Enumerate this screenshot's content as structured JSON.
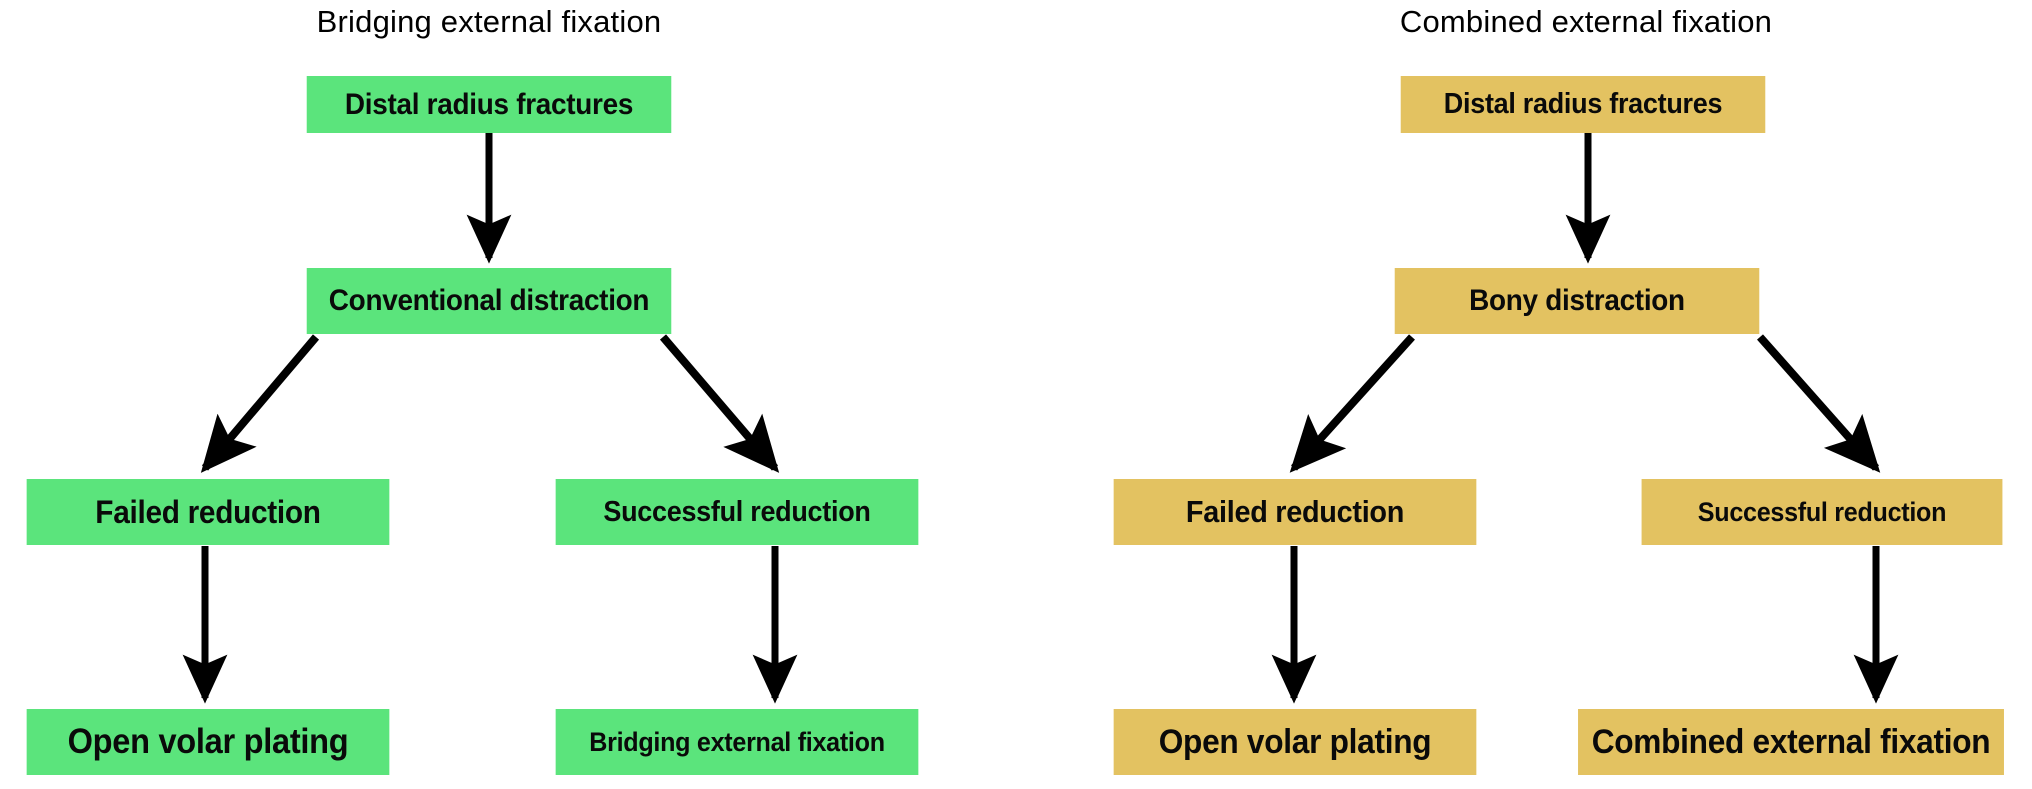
{
  "panels": [
    {
      "id": "bridging",
      "title": "Bridging external fixation",
      "color": "#5BE47C",
      "nodes": [
        {
          "name": "root",
          "label": "Distal radius fractures"
        },
        {
          "name": "distraction",
          "label": "Conventional distraction"
        },
        {
          "name": "failed",
          "label": "Failed reduction"
        },
        {
          "name": "success",
          "label": "Successful reduction"
        },
        {
          "name": "failed-outcome",
          "label": "Open volar plating"
        },
        {
          "name": "success-outcome",
          "label": "Bridging external fixation"
        }
      ]
    },
    {
      "id": "combined",
      "title": "Combined external fixation",
      "color": "#E3C261",
      "nodes": [
        {
          "name": "root",
          "label": "Distal radius fractures"
        },
        {
          "name": "distraction",
          "label": "Bony distraction"
        },
        {
          "name": "failed",
          "label": "Failed reduction"
        },
        {
          "name": "success",
          "label": "Successful reduction"
        },
        {
          "name": "failed-outcome",
          "label": "Open volar plating"
        },
        {
          "name": "success-outcome",
          "label": "Combined external fixation"
        }
      ]
    }
  ],
  "edges": {
    "arrow_color": "#000000",
    "descriptions": [
      "root -> distraction",
      "distraction -> failed",
      "distraction -> success",
      "failed -> failed-outcome",
      "success -> success-outcome"
    ]
  }
}
